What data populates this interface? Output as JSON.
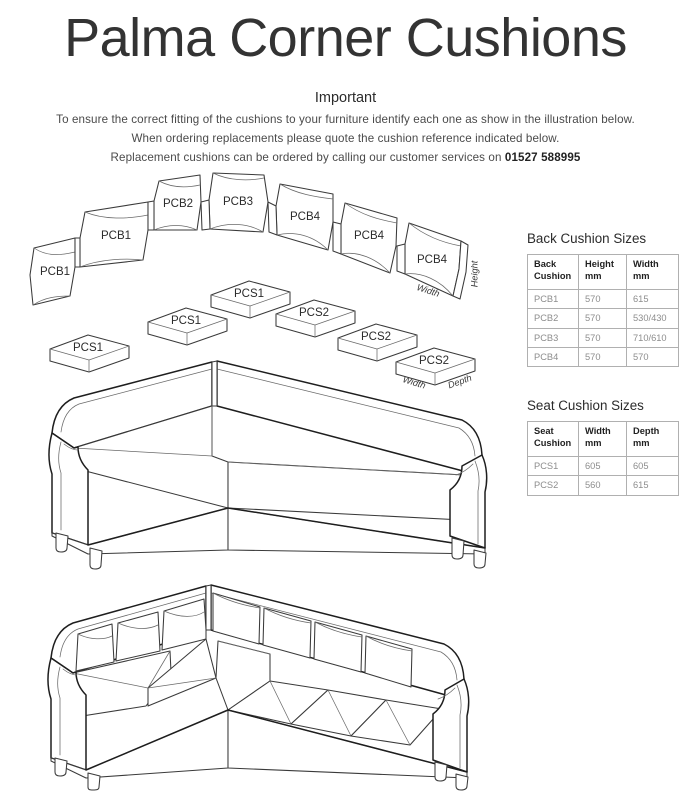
{
  "header": {
    "title": "Palma Corner Cushions",
    "important_heading": "Important",
    "notice_line_1": "To ensure the correct fitting of the cushions to your furniture identify each one as show in the illustration below.",
    "notice_line_2": "When ordering replacements please quote the cushion reference indicated below.",
    "notice_line_3_prefix": "Replacement cushions can be ordered by calling our customer services on ",
    "phone_number": "01527 588995"
  },
  "diagram": {
    "back_cushions": [
      {
        "label": "PCB1"
      },
      {
        "label": "PCB1"
      },
      {
        "label": "PCB2"
      },
      {
        "label": "PCB3"
      },
      {
        "label": "PCB4"
      },
      {
        "label": "PCB4"
      },
      {
        "label": "PCB4"
      }
    ],
    "seat_cushions": [
      {
        "label": "PCS1"
      },
      {
        "label": "PCS1"
      },
      {
        "label": "PCS1"
      },
      {
        "label": "PCS2"
      },
      {
        "label": "PCS2"
      },
      {
        "label": "PCS2"
      }
    ],
    "dimension_labels": {
      "back_width": "Width",
      "back_height": "Height",
      "seat_width": "Width",
      "seat_depth": "Depth"
    }
  },
  "back_cushion_table": {
    "caption": "Back Cushion Sizes",
    "headers": [
      {
        "line1": "Back",
        "line2": "Cushion"
      },
      {
        "line1": "Height",
        "line2": "mm"
      },
      {
        "line1": "Width",
        "line2": "mm"
      }
    ],
    "rows": [
      {
        "ref": "PCB1",
        "height": "570",
        "width": "615"
      },
      {
        "ref": "PCB2",
        "height": "570",
        "width": "530/430"
      },
      {
        "ref": "PCB3",
        "height": "570",
        "width": "710/610"
      },
      {
        "ref": "PCB4",
        "height": "570",
        "width": "570"
      }
    ]
  },
  "seat_cushion_table": {
    "caption": "Seat Cushion Sizes",
    "headers": [
      {
        "line1": "Seat",
        "line2": "Cushion"
      },
      {
        "line1": "Width",
        "line2": "mm"
      },
      {
        "line1": "Depth",
        "line2": "mm"
      }
    ],
    "rows": [
      {
        "ref": "PCS1",
        "width": "605",
        "depth": "605"
      },
      {
        "ref": "PCS2",
        "width": "560",
        "depth": "615"
      }
    ]
  },
  "colors": {
    "text": "#333333",
    "muted": "#8d8d8d",
    "line": "#3a3a3a",
    "border": "#b0b0b0"
  }
}
